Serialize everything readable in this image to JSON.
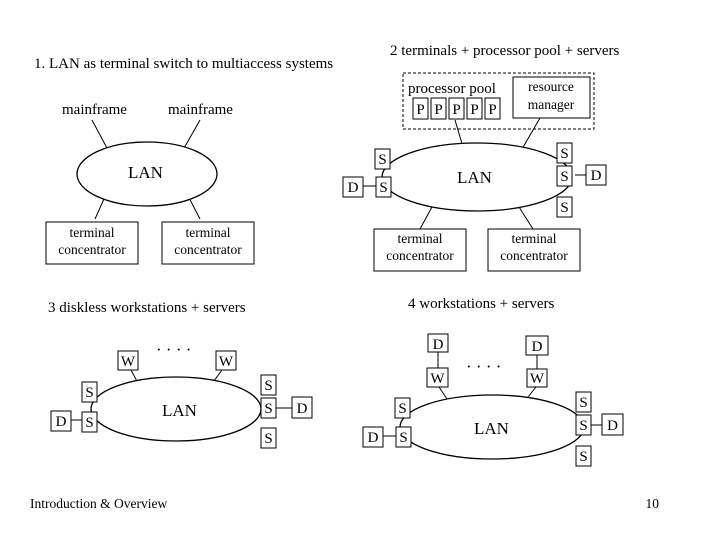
{
  "headings": {
    "q1": "1. LAN as terminal switch to multiaccess systems",
    "q2": "2 terminals + processor pool + servers",
    "q3": "3 diskless workstations + servers",
    "q4": "4 workstations + servers"
  },
  "labels": {
    "lan": "LAN",
    "mainframe": "mainframe",
    "terminal_concentrator_line1": "terminal",
    "terminal_concentrator_line2": "concentrator",
    "processor_pool": "processor pool",
    "resource_manager_line1": "resource",
    "resource_manager_line2": "manager",
    "processor": "P",
    "server": "S",
    "disk": "D",
    "workstation": "W",
    "ellipsis": "· · · ·"
  },
  "footer": {
    "title": "Introduction & Overview",
    "page_number": "10"
  }
}
